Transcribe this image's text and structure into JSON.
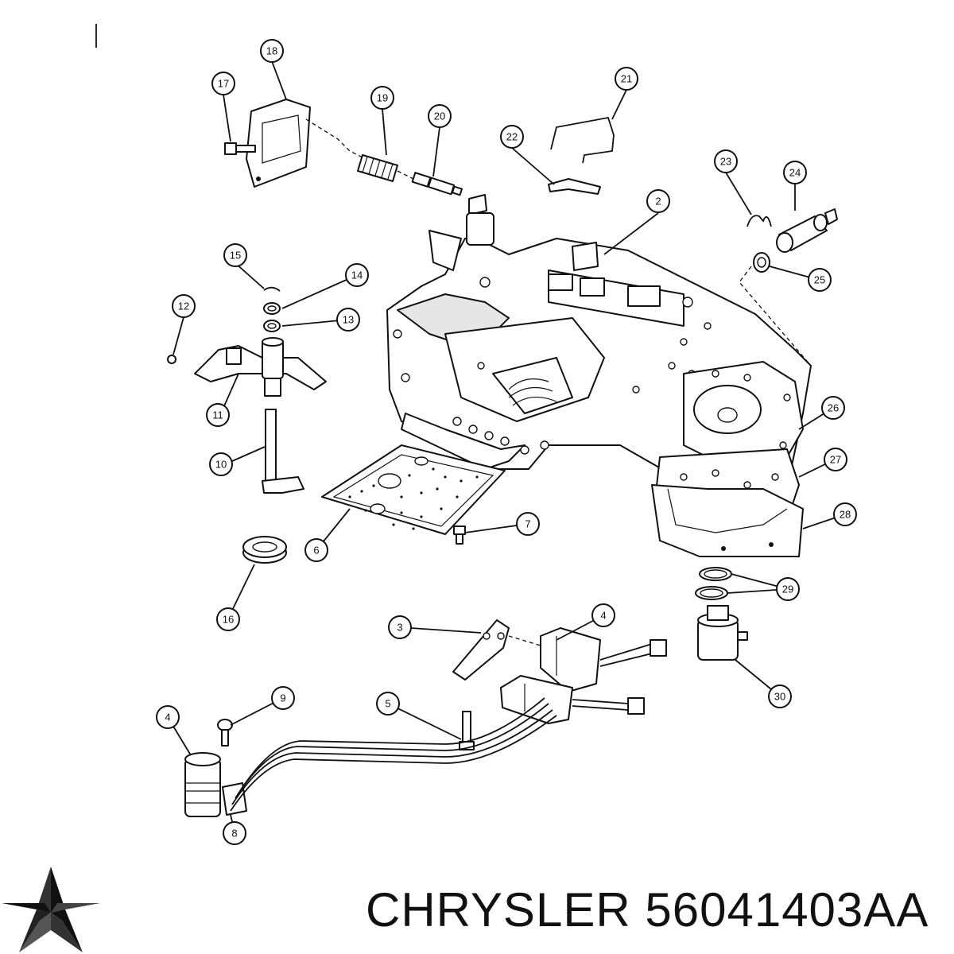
{
  "diagram": {
    "callouts": [
      "2",
      "3",
      "4",
      "4",
      "5",
      "6",
      "7",
      "8",
      "9",
      "10",
      "11",
      "12",
      "13",
      "14",
      "15",
      "16",
      "17",
      "18",
      "19",
      "20",
      "21",
      "22",
      "23",
      "24",
      "25",
      "26",
      "27",
      "28",
      "29",
      "30"
    ]
  },
  "footer": {
    "brand": "CHRYSLER",
    "part_number": "56041403AA",
    "logo_icon": "chrysler-pentastar-icon"
  }
}
